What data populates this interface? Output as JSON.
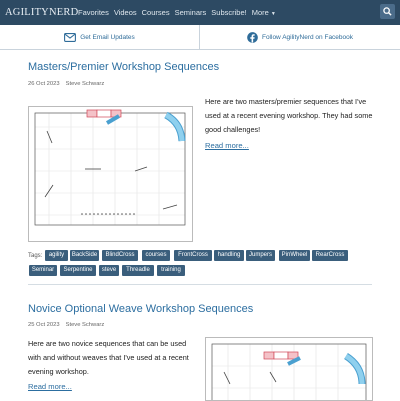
{
  "nav": {
    "logo": "AGILITYNERD",
    "items": [
      "Favorites",
      "Videos",
      "Courses",
      "Seminars",
      "Subscribe!"
    ],
    "more": "More"
  },
  "subbar": {
    "email": "Get Email Updates",
    "facebook": "Follow AgilityNerd on Facebook"
  },
  "posts": [
    {
      "title": "Masters/Premier Workshop Sequences",
      "date": "26 Oct 2023",
      "author": "Steve Schwarz",
      "excerpt": "Here are two masters/premier sequences that I've used at a recent evening workshop. They had some good challenges!",
      "more": "Read more...",
      "tags_label": "Tags:",
      "tags": [
        "agility",
        "BackSide",
        "BlindCross",
        "courses",
        "FrontCross",
        "handling",
        "Jumpers",
        "PinWheel",
        "RearCross",
        "Seminar",
        "Serpentine",
        "steve",
        "Threadle",
        "training"
      ]
    },
    {
      "title": "Novice Optional Weave Workshop Sequences",
      "date": "25 Oct 2023",
      "author": "Steve Schwarz",
      "excerpt": "Here are two novice sequences that can be used with and without weaves that I've used at a recent evening workshop.",
      "more": "Read more..."
    }
  ],
  "colors": {
    "navbar": "#2d4a63",
    "link": "#2c6ea0",
    "tag_bg": "#3a5e7c",
    "tunnel": "#8fd0ee",
    "jump": "#e06070"
  }
}
